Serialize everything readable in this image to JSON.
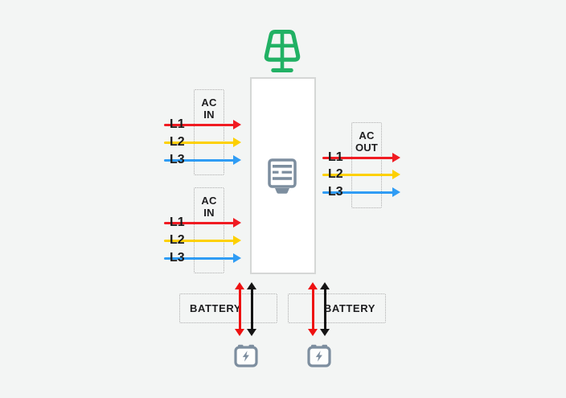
{
  "colors": {
    "background": "#f3f5f4",
    "phase_l1_red": "#f01b22",
    "phase_l2_yellow": "#fdd000",
    "phase_l3_blue": "#2f9cf4",
    "solar_green": "#21b164",
    "device_slate": "#7d8e9f",
    "battery_arrow_red": "#ee1111",
    "battery_arrow_black": "#141414",
    "center_box_border": "#d5d7d6",
    "dotted_border": "#adadad",
    "text": "#1d1d1f"
  },
  "ac_in_top": {
    "title_line1": "AC",
    "title_line2": "IN",
    "phases": [
      {
        "label": "L1",
        "color": "#f01b22"
      },
      {
        "label": "L2",
        "color": "#fdd000"
      },
      {
        "label": "L3",
        "color": "#2f9cf4"
      }
    ]
  },
  "ac_in_bottom": {
    "title_line1": "AC",
    "title_line2": "IN",
    "phases": [
      {
        "label": "L1",
        "color": "#f01b22"
      },
      {
        "label": "L2",
        "color": "#fdd000"
      },
      {
        "label": "L3",
        "color": "#2f9cf4"
      }
    ]
  },
  "ac_out": {
    "title_line1": "AC",
    "title_line2": "OUT",
    "phases": [
      {
        "label": "L1",
        "color": "#f01b22"
      },
      {
        "label": "L2",
        "color": "#fdd000"
      },
      {
        "label": "L3",
        "color": "#2f9cf4"
      }
    ]
  },
  "battery_left": {
    "label": "BATTERY"
  },
  "battery_right": {
    "label": "BATTERY"
  },
  "icons": {
    "solar_panel": "solar-panel-icon",
    "inverter": "inverter-icon",
    "battery": "battery-icon"
  }
}
